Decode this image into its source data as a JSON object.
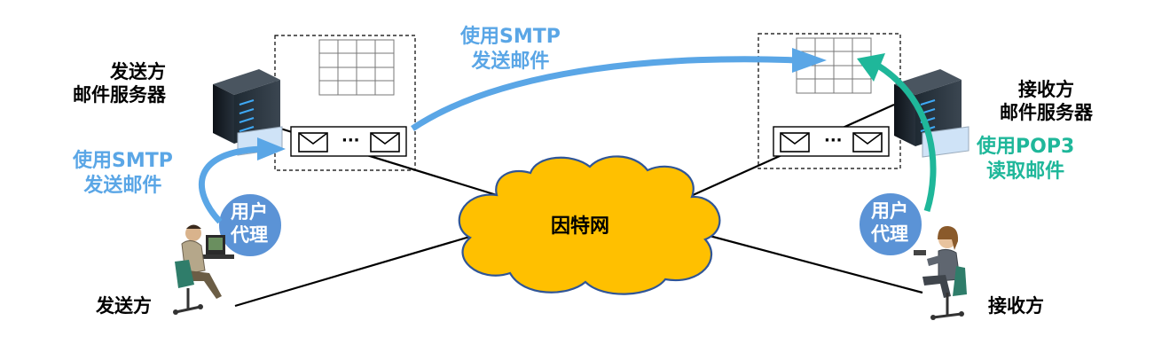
{
  "title": "",
  "colors": {
    "smtp_arrow": "#5aa6e6",
    "pop3_arrow": "#1fb79a",
    "cloud_fill": "#ffc000",
    "cloud_stroke": "#2f5597",
    "ua_circle": "#5b93d6",
    "line": "#000000"
  },
  "labels": {
    "sender_server": [
      "发送方",
      "邮件服务器"
    ],
    "receiver_server": [
      "接收方",
      "邮件服务器"
    ],
    "sender": "发送方",
    "receiver": "接收方",
    "internet": "因特网",
    "smtp_top": [
      "使用SMTP",
      "发送邮件"
    ],
    "smtp_left": [
      "使用SMTP",
      "发送邮件"
    ],
    "pop3": [
      "使用POP3",
      "读取邮件"
    ],
    "ua_left": [
      "用户",
      "代理"
    ],
    "ua_right": [
      "用户",
      "代理"
    ],
    "queue_dots": "···"
  }
}
